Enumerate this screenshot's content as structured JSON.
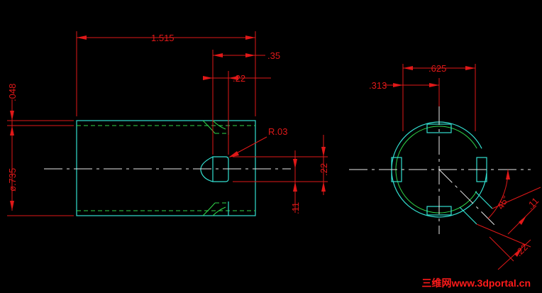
{
  "dimensions": {
    "overall_length": "1.515",
    "slot_offset": ".35",
    "slot_width": ".22",
    "wall": ".048",
    "diameter": "ø.735",
    "radius": "R.03",
    "slot_height": ".22",
    "slot_half": ".11",
    "bolt_circle": ".625",
    "half_circle": ".313",
    "angle": "45°",
    "end_width": ".11",
    "end_length": ".22"
  },
  "watermark": "三维网www.3dportal.cn",
  "colors": {
    "dimension": "#e01818",
    "outline": "#33e0d0",
    "hidden": "#2fd64a",
    "centerline": "#e8e8e8",
    "background": "#000000"
  }
}
